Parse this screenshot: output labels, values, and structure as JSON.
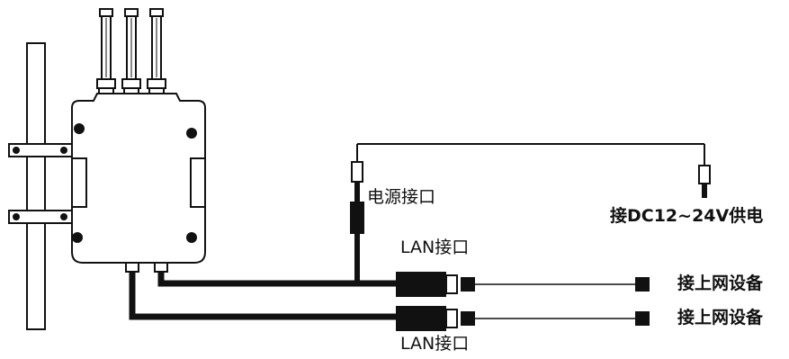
{
  "labels": {
    "power_port": "电源接口",
    "dc_supply": "接DC12~24V供电",
    "lan_port_top": "LAN接口",
    "lan_port_bottom": "LAN接口",
    "network_device_top": "接上网设备",
    "network_device_bottom": "接上网设备"
  },
  "colors": {
    "line": "#111111",
    "background": "#ffffff"
  },
  "icons": {
    "pole": "mounting-pole",
    "device": "outdoor-router",
    "antenna": "antenna",
    "rj45": "rj45-connector",
    "dc_plug": "dc-plug"
  }
}
